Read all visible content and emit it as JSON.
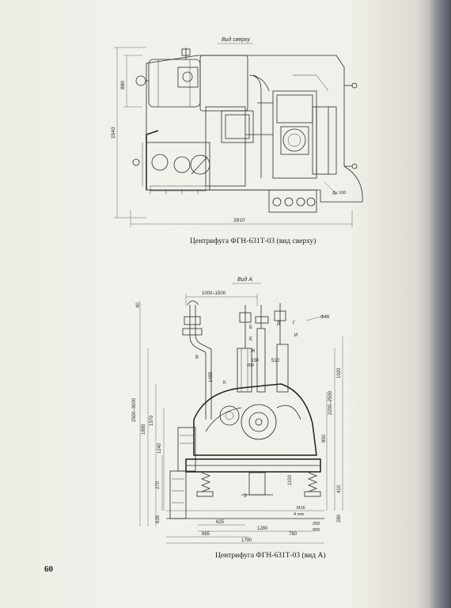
{
  "page": {
    "number": "60"
  },
  "figure_top": {
    "view_label": "Вид сверху",
    "caption": "Центрифуга ФГН-631Т-03 (вид сверху)",
    "dims": {
      "overall_width": "2810",
      "overall_height": "1540",
      "upper_height": "880",
      "flange": "Ду 100"
    }
  },
  "figure_side": {
    "view_label": "Вид А",
    "caption": "Центрифуга ФГН-631Т-03 (вид А)",
    "dims": {
      "d_1000_1500": "1000–1500",
      "d_40": "40",
      "d_phi46": "Ф46",
      "d_2500_3000": "2500–3000",
      "d_1895": "1895",
      "d_1570": "1570",
      "d_1240": "1240",
      "d_1485": "1485",
      "d_330": "330",
      "d_510": "510",
      "d_260": "260",
      "d_270": "270",
      "d_635": "635",
      "d_1020": "1020",
      "d_2200_2500": "2200–2500",
      "d_850": "850",
      "d_1100": "1100",
      "d_410": "410",
      "d_280": "280",
      "d_m16": "М16",
      "d_4otv": "4 отв",
      "d_200": "200",
      "d_900": "900",
      "d_625": "625",
      "d_1280": "1280",
      "d_865": "865",
      "d_780": "780",
      "d_1790": "1790",
      "letters": [
        "Б",
        "В",
        "Г",
        "Д",
        "Е",
        "Ж",
        "З",
        "И",
        "К"
      ]
    }
  }
}
